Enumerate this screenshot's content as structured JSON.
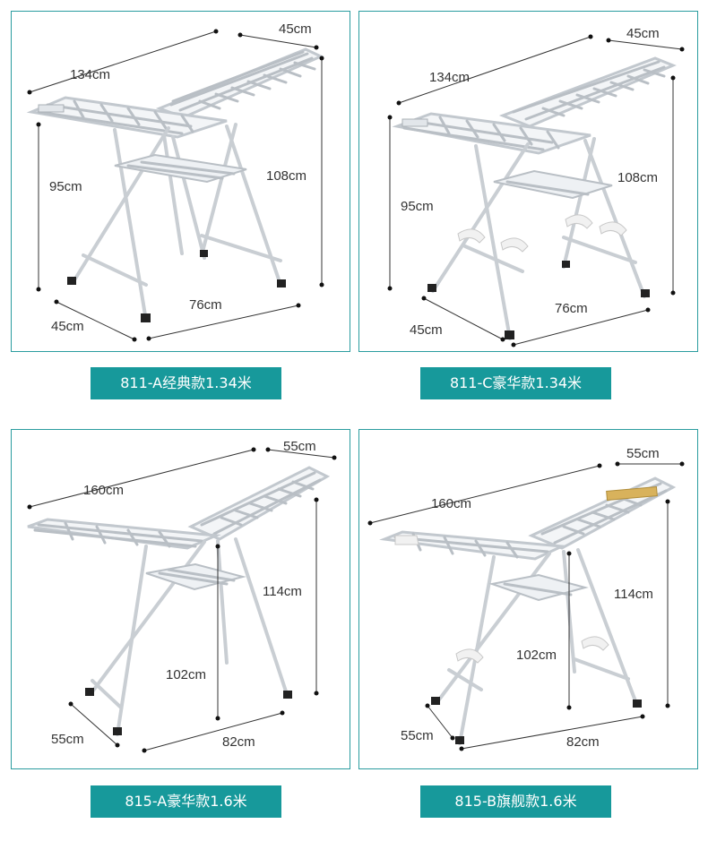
{
  "products": [
    {
      "label": "811-A经典款1.34米",
      "dims": {
        "length": "134cm",
        "width_top": "45cm",
        "height_outer": "95cm",
        "height_total": "108cm",
        "base_length": "76cm",
        "base_width": "45cm"
      }
    },
    {
      "label": "811-C豪华款1.34米",
      "dims": {
        "length": "134cm",
        "width_top": "45cm",
        "height_outer": "95cm",
        "height_total": "108cm",
        "base_length": "76cm",
        "base_width": "45cm"
      }
    },
    {
      "label": "815-A豪华款1.6米",
      "dims": {
        "length": "160cm",
        "width_top": "55cm",
        "height_inner": "102cm",
        "height_total": "114cm",
        "base_length": "82cm",
        "base_width": "55cm"
      }
    },
    {
      "label": "815-B旗舰款1.6米",
      "dims": {
        "length": "160cm",
        "width_top": "55cm",
        "height_inner": "102cm",
        "height_total": "114cm",
        "base_length": "82cm",
        "base_width": "55cm"
      }
    }
  ]
}
